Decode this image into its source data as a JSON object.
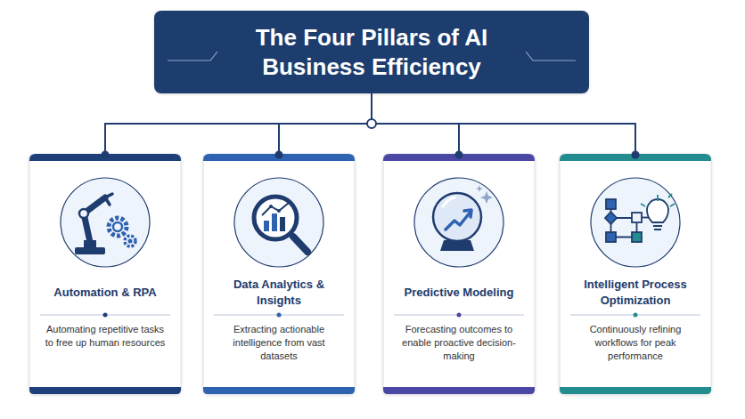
{
  "diagram": {
    "nodes": [
      {
        "text": [
          "The Four Pillars of AI Business Efficiency"
        ]
      },
      {
        "text": [
          "Automation & RPA",
          "Automating repetitive tasks to free up human resources"
        ]
      },
      {
        "text": [
          "Data Analytics & Insights",
          "Extracting actionable intelligence from vast datasets"
        ]
      },
      {
        "text": [
          "Predictive Modeling",
          "Forecasting outcomes to enable proactive decision-making"
        ]
      },
      {
        "text": [
          "Intelligent Process Optimization",
          "Continuously refining workflows for peak performance"
        ]
      }
    ],
    "edges": [
      {
        "from": 0,
        "to": 1,
        "arrow": "none"
      },
      {
        "from": 0,
        "to": 2,
        "arrow": "none"
      },
      {
        "from": 0,
        "to": 3,
        "arrow": "none"
      },
      {
        "from": 0,
        "to": 4,
        "arrow": "none"
      }
    ]
  }
}
